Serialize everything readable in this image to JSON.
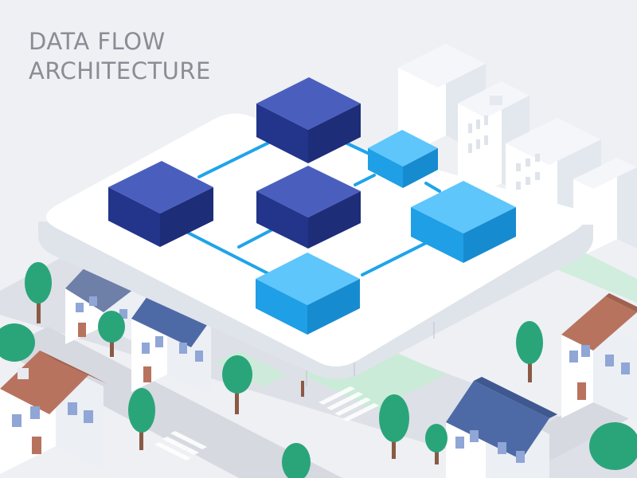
{
  "title": {
    "line1": "DATA FLOW",
    "line2": "ARCHITECTURE"
  },
  "colors": {
    "background": "#eef0f4",
    "title_text": "#8a8d94",
    "platform_top": "#ffffff",
    "platform_side": "#dfe3ea",
    "node_dark": "#2c3e97",
    "node_light": "#22a6ef",
    "connector": "#1fa4ea",
    "tree": "#2aa57a",
    "roof_red": "#b8735f",
    "roof_blue": "#4e6aa6",
    "building": "#ffffff",
    "road": "#c8ccd4",
    "grass": "#c9ecd7"
  },
  "diagram": {
    "nodes": [
      {
        "id": "node-top-dark",
        "style": "dark"
      },
      {
        "id": "node-left-dark",
        "style": "dark"
      },
      {
        "id": "node-center-dark",
        "style": "dark"
      },
      {
        "id": "node-upper-right-light",
        "style": "light"
      },
      {
        "id": "node-right-light",
        "style": "light"
      },
      {
        "id": "node-bottom-light",
        "style": "light"
      }
    ],
    "connections": [
      [
        "node-left-dark",
        "node-top-dark"
      ],
      [
        "node-top-dark",
        "node-upper-right-light"
      ],
      [
        "node-upper-right-light",
        "node-center-dark"
      ],
      [
        "node-upper-right-light",
        "node-right-light"
      ],
      [
        "node-left-dark",
        "node-bottom-light"
      ],
      [
        "node-bottom-light",
        "node-center-dark"
      ],
      [
        "node-bottom-light",
        "node-right-light"
      ]
    ]
  }
}
